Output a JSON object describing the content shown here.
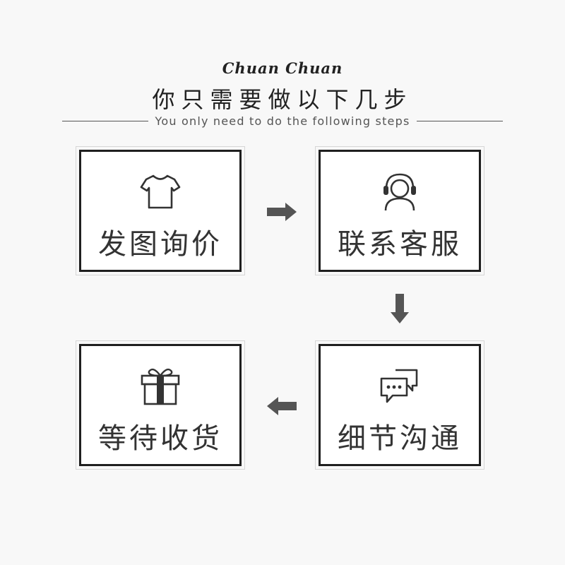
{
  "header": {
    "brand": "Chuan Chuan",
    "title": "你只需要做以下几步",
    "subtitle": "You only need to do the following steps"
  },
  "steps": [
    {
      "label": "发图询价",
      "icon": "tshirt-icon"
    },
    {
      "label": "联系客服",
      "icon": "headset-icon"
    },
    {
      "label": "细节沟通",
      "icon": "chat-icon"
    },
    {
      "label": "等待收货",
      "icon": "gift-icon"
    }
  ],
  "colors": {
    "frame": "#1f1f1f",
    "arrow": "#555555",
    "text": "#333333"
  }
}
